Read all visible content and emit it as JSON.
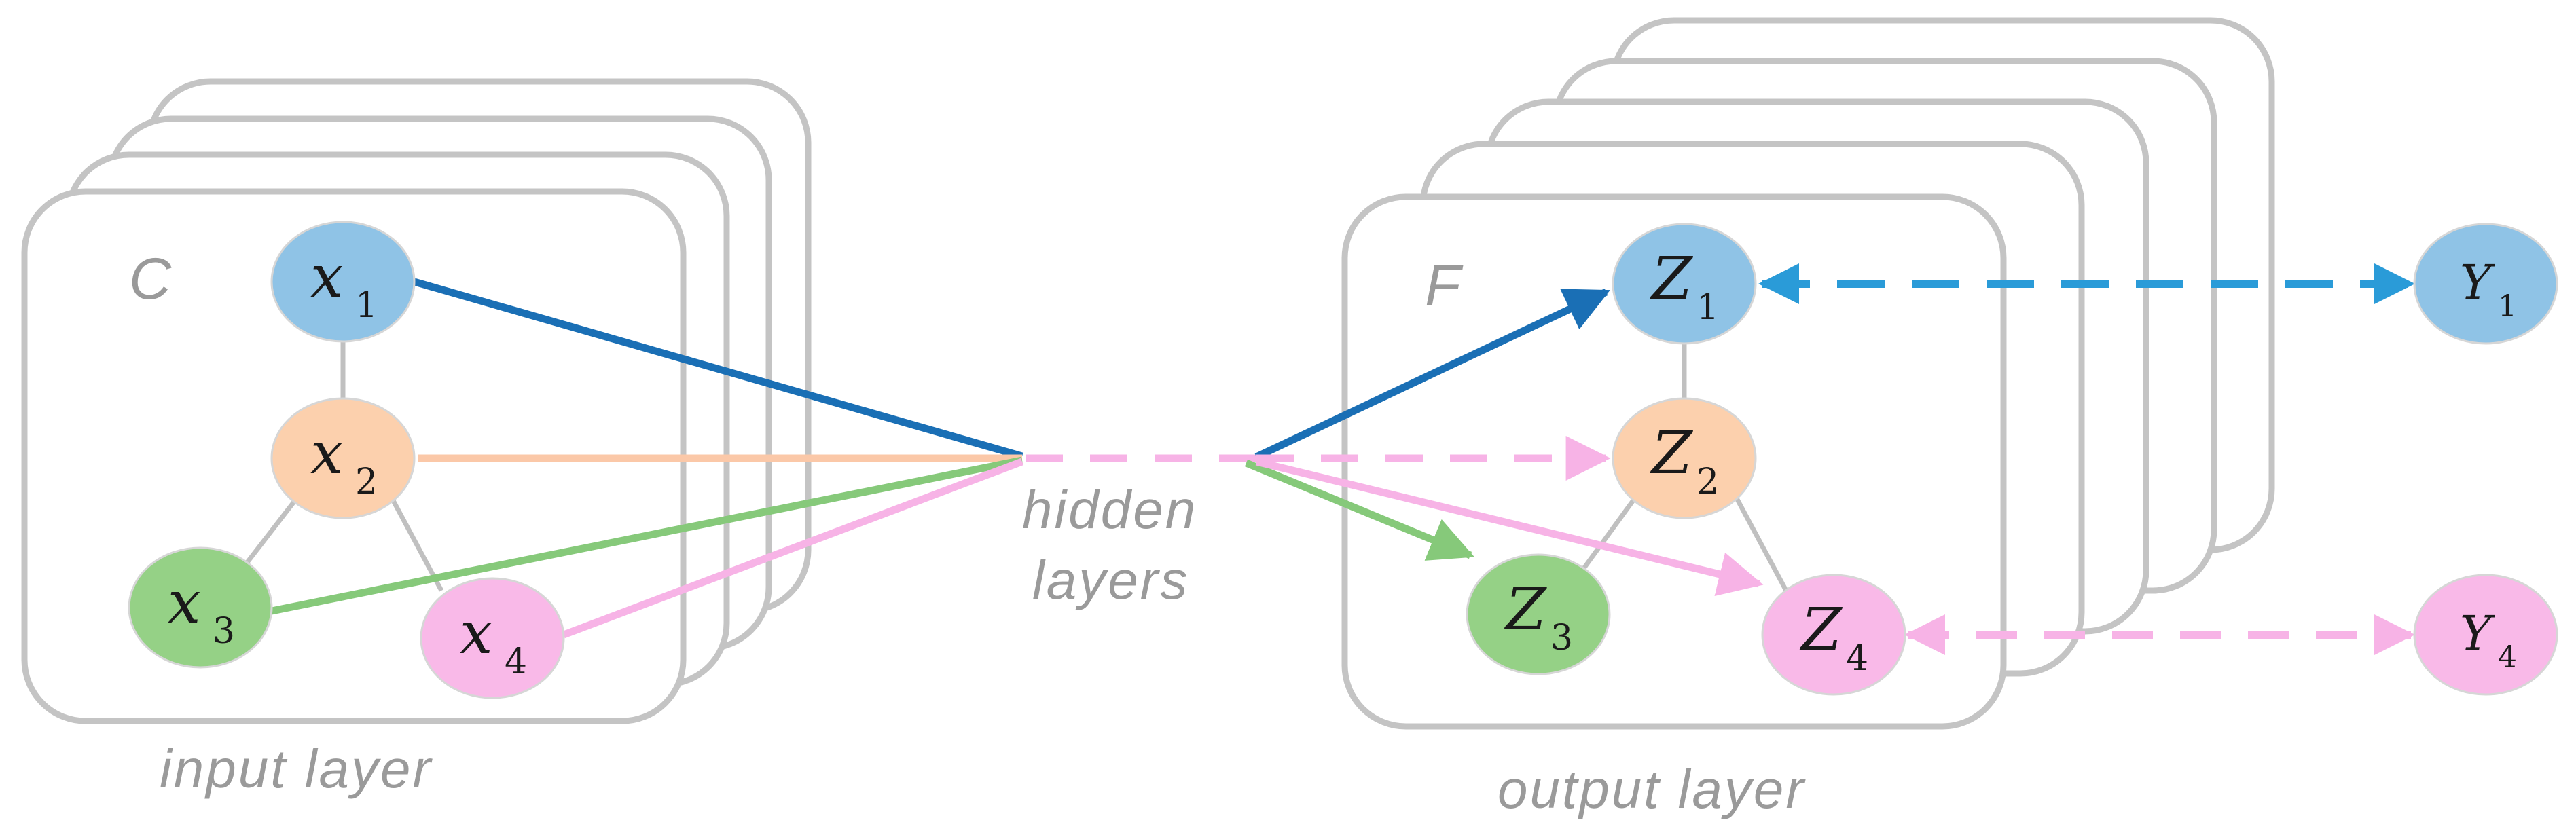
{
  "labels": {
    "input_layer": "input layer",
    "output_layer": "output layer",
    "hidden_line1": "hidden",
    "hidden_line2": "layers",
    "input_tag": "C",
    "output_tag": "F"
  },
  "input_nodes": [
    {
      "var": "x",
      "sub": "1",
      "color": "#8fc3e6"
    },
    {
      "var": "x",
      "sub": "2",
      "color": "#fcd0ad"
    },
    {
      "var": "x",
      "sub": "3",
      "color": "#95d186"
    },
    {
      "var": "x",
      "sub": "4",
      "color": "#f9b9e8"
    }
  ],
  "output_nodes": [
    {
      "var": "Z",
      "sub": "1",
      "color": "#8fc3e6"
    },
    {
      "var": "Z",
      "sub": "2",
      "color": "#fcd0ad"
    },
    {
      "var": "Z",
      "sub": "3",
      "color": "#95d186"
    },
    {
      "var": "Z",
      "sub": "4",
      "color": "#f9b9e8"
    }
  ],
  "target_nodes": [
    {
      "var": "Y",
      "sub": "1",
      "color": "#8fc3e6"
    },
    {
      "var": "Y",
      "sub": "4",
      "color": "#f9b9e8"
    }
  ],
  "edge_colors": {
    "blue": "#1a6fb5",
    "orange": "#fbc8a8",
    "green": "#86c97a",
    "pink": "#f7b3e6",
    "bright_blue": "#2a9bd8"
  }
}
